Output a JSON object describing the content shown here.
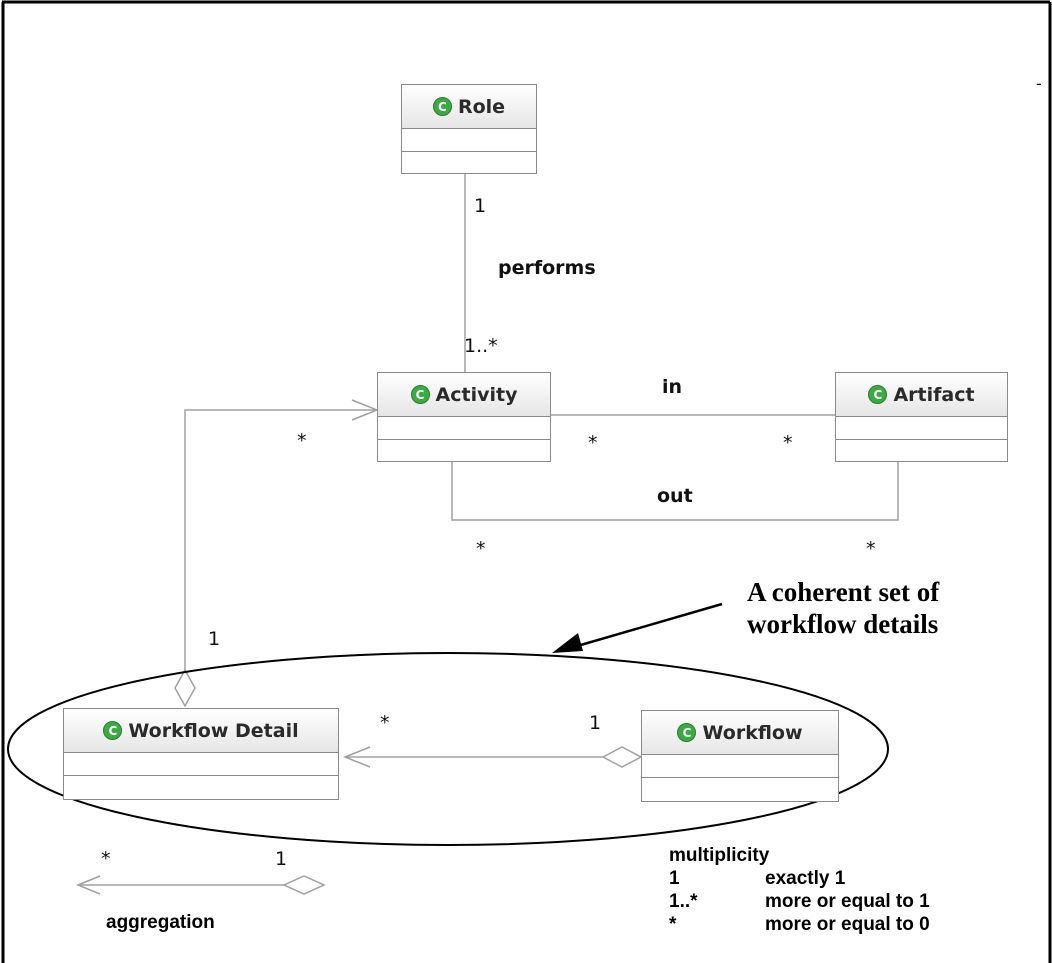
{
  "classes": {
    "role": "Role",
    "activity": "Activity",
    "artifact": "Artifact",
    "workflow_detail": "Workflow Detail",
    "workflow": "Workflow"
  },
  "class_icon": {
    "glyph": "C",
    "color": "#3ea845"
  },
  "associations": {
    "performs": {
      "label": "performs",
      "role_mult": "1",
      "activity_mult": "1..*"
    },
    "in": {
      "label": "in",
      "activity_mult": "*",
      "artifact_mult": "*"
    },
    "out": {
      "label": "out",
      "activity_mult": "*",
      "artifact_mult": "*"
    },
    "detail_to_activity": {
      "activity_mult": "*",
      "detail_mult": "1"
    },
    "workflow_to_detail": {
      "detail_mult": "*",
      "workflow_mult": "1"
    }
  },
  "note": {
    "line1": "A coherent set of",
    "line2": "workflow details"
  },
  "aggregation_legend": {
    "star": "*",
    "one": "1",
    "label": "aggregation"
  },
  "multiplicity_legend": {
    "title": "multiplicity",
    "rows": [
      {
        "key": "1",
        "desc": "exactly 1"
      },
      {
        "key": "1..*",
        "desc": "more or equal to 1"
      },
      {
        "key": "*",
        "desc": "more or equal to 0"
      }
    ]
  },
  "corner_mark": "-"
}
